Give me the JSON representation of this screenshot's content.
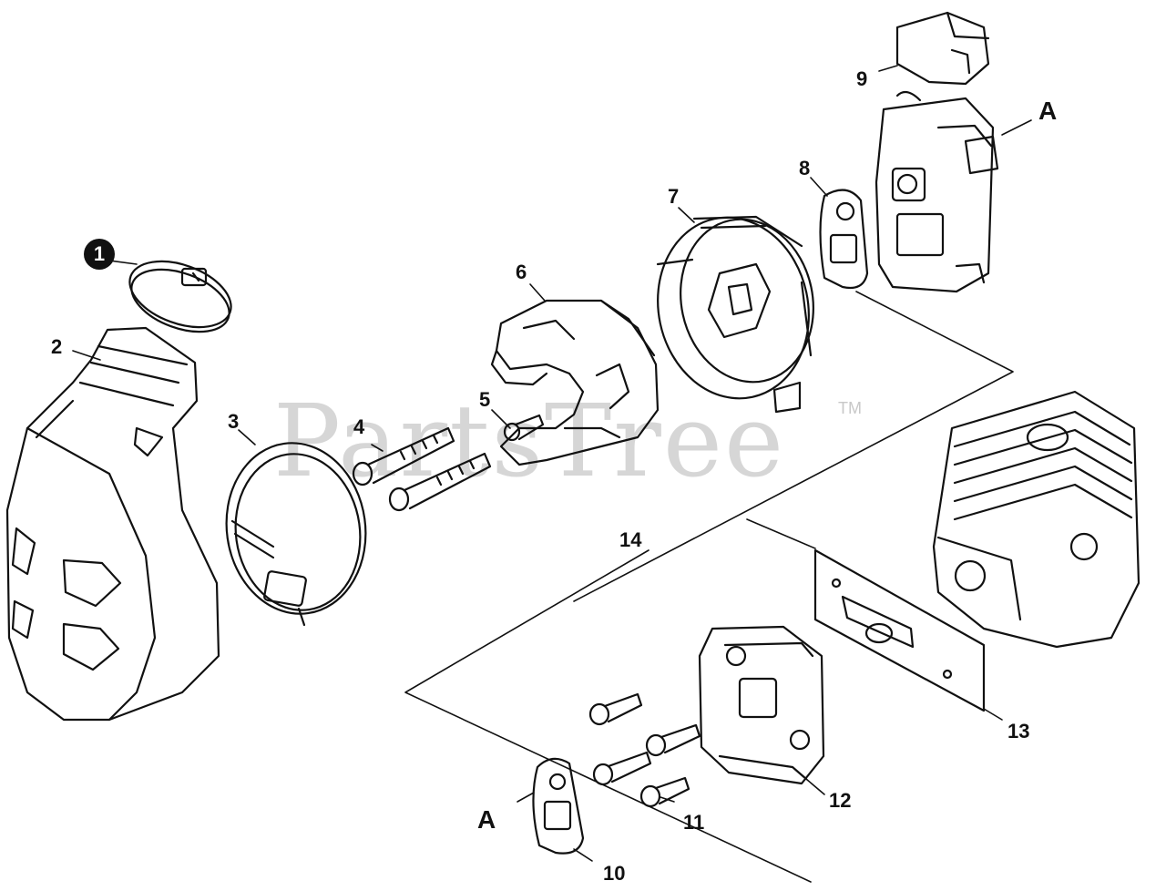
{
  "watermark": {
    "text": "PartsTree",
    "tm": "TM"
  },
  "callouts": {
    "c1": "1",
    "c2": "2",
    "c3": "3",
    "c4": "4",
    "c5": "5",
    "c6": "6",
    "c7": "7",
    "c8": "8",
    "c9": "9",
    "c10": "10",
    "c11": "11",
    "c12": "12",
    "c13": "13",
    "c14": "14",
    "a_top": "A",
    "a_bottom": "A"
  }
}
